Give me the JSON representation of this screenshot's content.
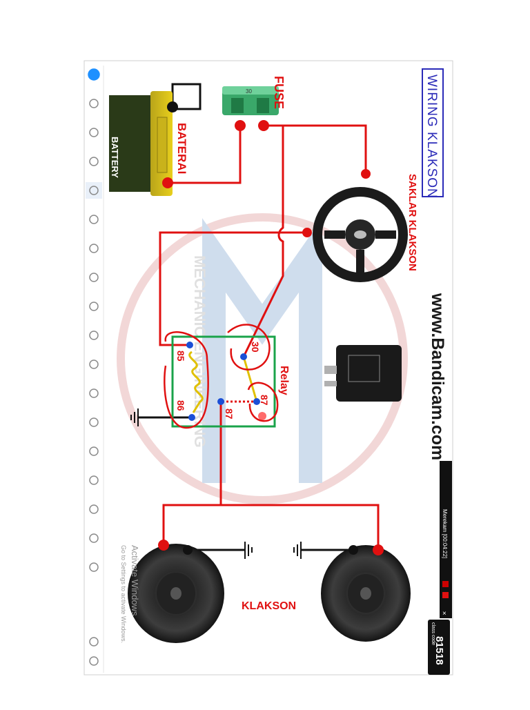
{
  "title": "WIRING KLAKSON",
  "labels": {
    "fuse": "FUSE",
    "baterai": "BATERAI",
    "battery_body": "BATTERY",
    "saklar": "SAKLAR KLAKSON",
    "relay": "Relay",
    "pin30": "30",
    "pin85": "85",
    "pin86": "86",
    "pin87": "87",
    "pin87b": "87",
    "klakson": "KLAKSON",
    "fuse_rating": "30",
    "watermark": "MECHANIC ENGINEERING"
  },
  "overlay": {
    "bandicam": "www.Bandicam.com",
    "recorder_text": "Merekam [00:04:22]",
    "class_label": "class code",
    "class_code": "81518",
    "activate_line1": "Activate Windows",
    "activate_line2": "Go to Settings to activate Windows."
  },
  "colors": {
    "wire": "#e01010",
    "ground_wire": "#111111",
    "relay_box": "#1aa34a",
    "pin_dot": "#1b4fd6",
    "title_box": "#2a2ab8",
    "label_red": "#e01010",
    "watermark": "#e8b7b7"
  },
  "toolbar": {
    "icons": [
      "app-logo-icon",
      "arrow-up-icon",
      "arrow-down-icon",
      "select-icon",
      "pen-icon",
      "highlighter-icon",
      "marker-icon",
      "eraser-icon",
      "shapes-icon",
      "text-icon",
      "note-icon",
      "zoom-icon",
      "add-icon",
      "history-icon",
      "globe-icon",
      "layers-icon",
      "settings-icon",
      "share-icon",
      "pin-icon",
      "exit-icon"
    ]
  }
}
